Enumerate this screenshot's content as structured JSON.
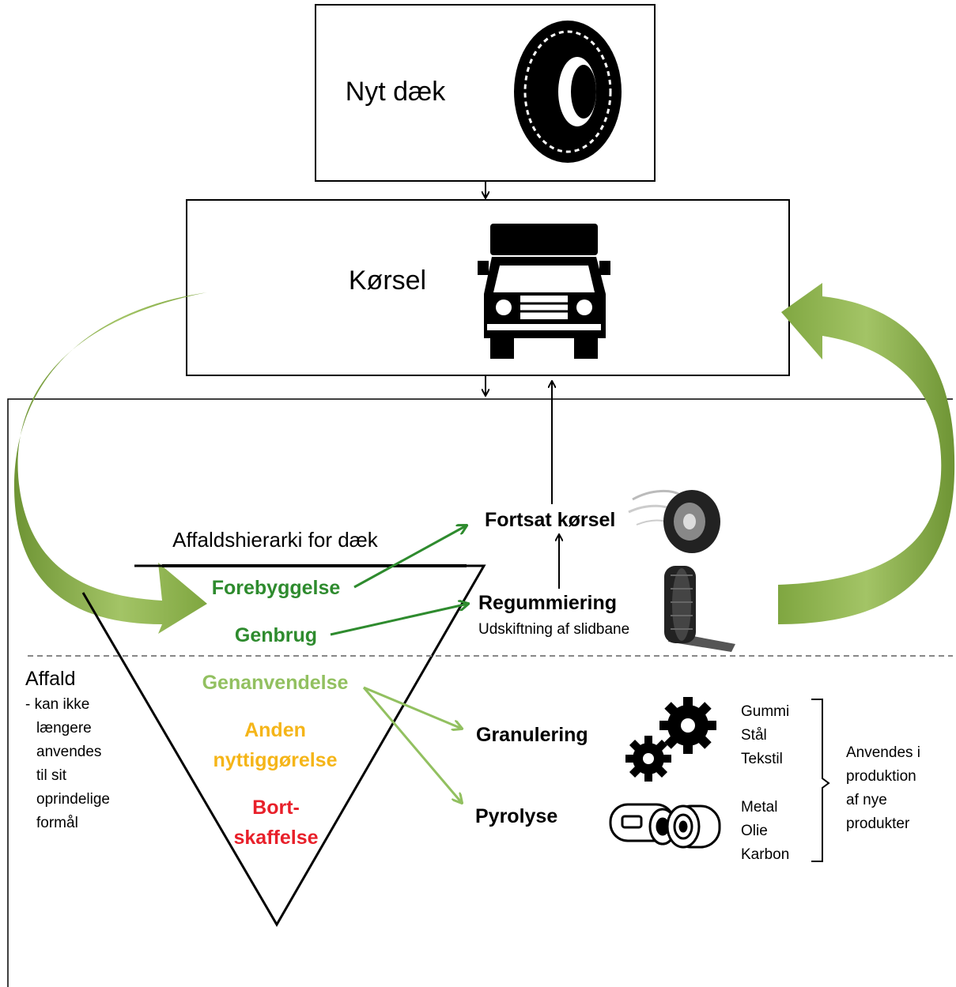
{
  "boxes": {
    "new_tire": "Nyt dæk",
    "driving": "Kørsel"
  },
  "hierarchy": {
    "title": "Affaldshierarki for dæk",
    "levels": [
      {
        "label": "Forebyggelse",
        "color": "#2e8b2e"
      },
      {
        "label": "Genbrug",
        "color": "#2e8b2e"
      },
      {
        "label": "Genanvendelse",
        "color": "#92c060"
      },
      {
        "label_line1": "Anden",
        "label_line2": "nyttiggørelse",
        "color": "#f5b518"
      },
      {
        "label_line1": "Bort-",
        "label_line2": "skaffelse",
        "color": "#e8202a"
      }
    ]
  },
  "outcomes": {
    "continued_driving": "Fortsat kørsel",
    "retreading": "Regummiering",
    "retreading_sub": "Udskiftning af slidbane",
    "granulation": "Granulering",
    "pyrolysis": "Pyrolyse"
  },
  "waste_note": {
    "title": "Affald",
    "lines": [
      "- kan ikke",
      "længere",
      "anvendes",
      "til sit",
      "oprindelige",
      "formål"
    ]
  },
  "materials": {
    "granulation": [
      "Gummi",
      "Stål",
      "Tekstil"
    ],
    "pyrolysis": [
      "Metal",
      "Olie",
      "Karbon"
    ],
    "usage_lines": [
      "Anvendes i",
      "produktion",
      "af nye",
      "produkter"
    ]
  },
  "colors": {
    "arrow_green": "#8aad4a",
    "dark_green": "#2e8b2e",
    "light_green": "#92c060"
  },
  "icons": [
    "tire-icon",
    "truck-icon",
    "spinning-tire-icon",
    "retread-tire-icon",
    "gears-icon",
    "pyrolysis-tank-icon"
  ]
}
